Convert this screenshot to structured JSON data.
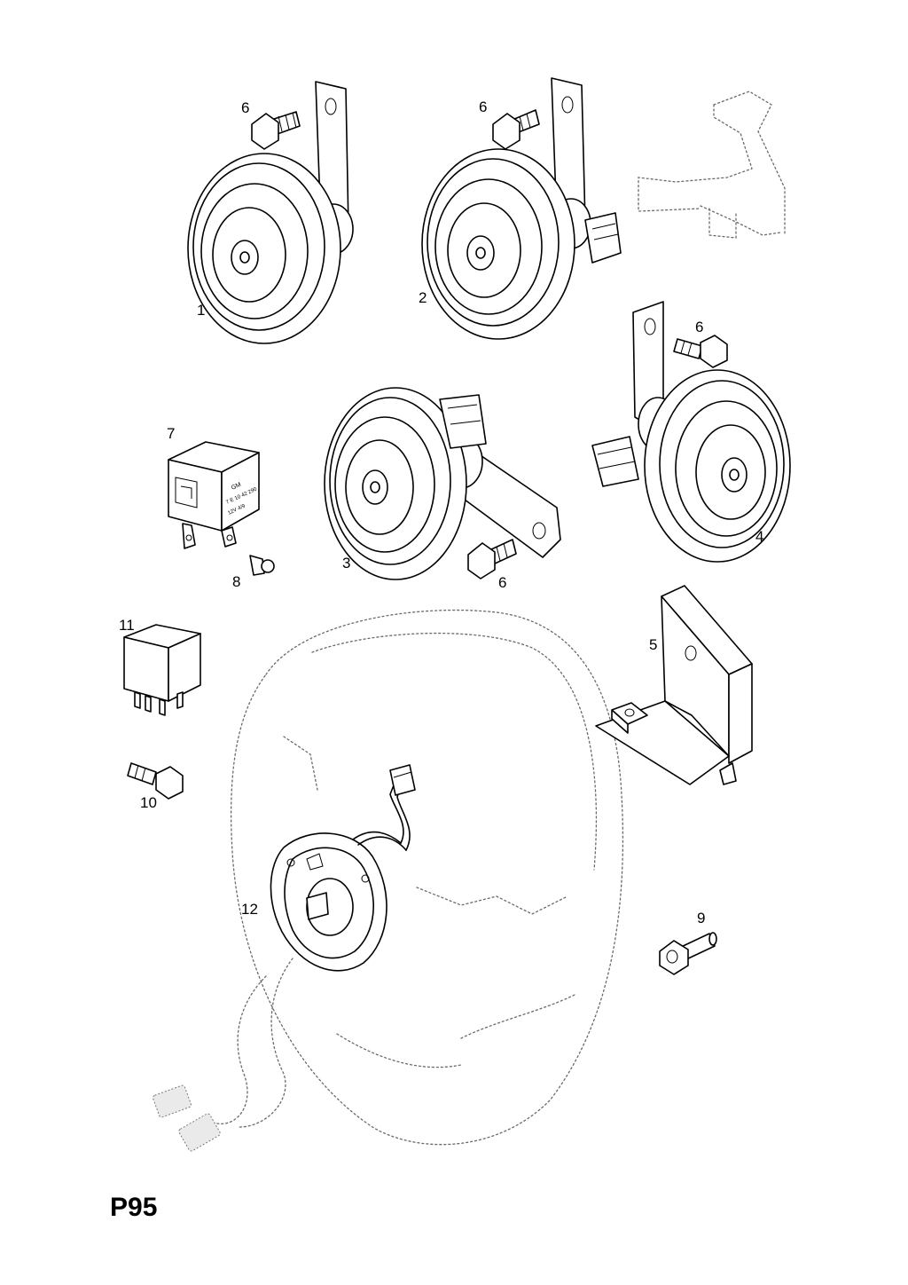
{
  "page_code": "P95",
  "callouts": {
    "horn_1": "1",
    "horn_2": "2",
    "horn_3": "3",
    "horn_4": "4",
    "bracket_5": "5",
    "bolt_6a": "6",
    "bolt_6b": "6",
    "bolt_6c": "6",
    "bolt_6d": "6",
    "relay_7": "7",
    "clip_8": "8",
    "bolt_9": "9",
    "bolt_10": "10",
    "relay_11": "11",
    "contact_unit_12": "12"
  },
  "relay_label": {
    "line1": "GM",
    "line2": "7 E 10 42 290",
    "line3": "12V 4/9"
  }
}
